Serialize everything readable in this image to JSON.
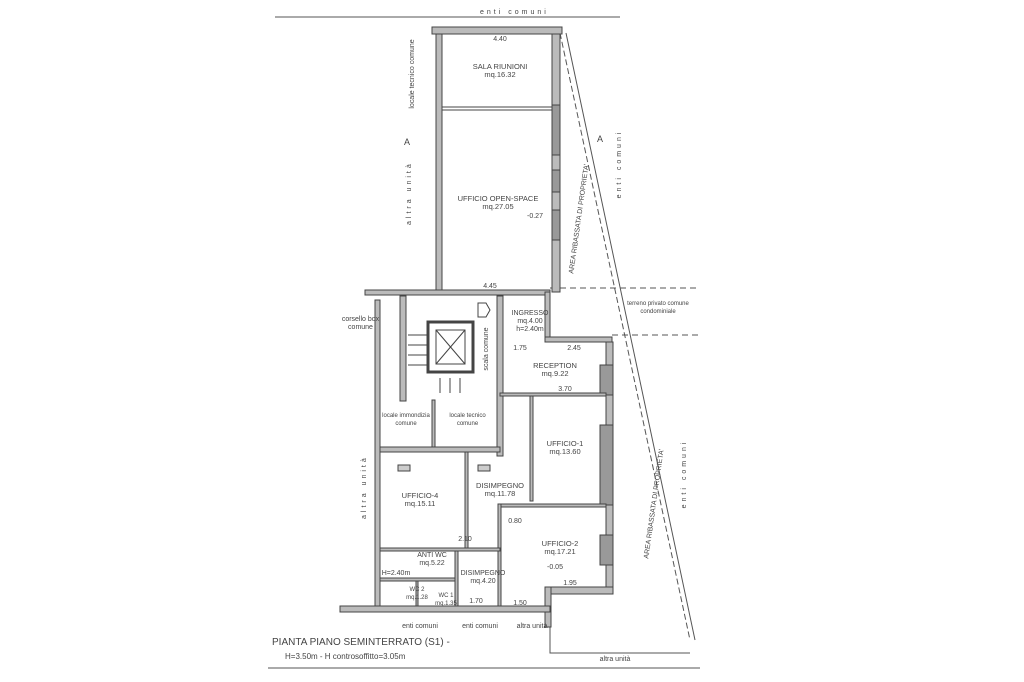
{
  "caption": {
    "title": "PIANTA PIANO SEMINTERRATO (S1) -",
    "subtitle": "H=3.50m - H controsoffitto=3.05m"
  },
  "rooms": {
    "sala_riunioni": {
      "name": "SALA RIUNIONI",
      "area": "mq.16.32"
    },
    "open_space": {
      "name": "UFFICIO OPEN-SPACE",
      "area": "mq.27.05"
    },
    "ingresso": {
      "name": "INGRESSO",
      "area": "mq.4.00",
      "height": "h=2.40m"
    },
    "reception": {
      "name": "RECEPTION",
      "area": "mq.9.22"
    },
    "ufficio1": {
      "name": "UFFICIO-1",
      "area": "mq.13.60"
    },
    "ufficio2": {
      "name": "UFFICIO-2",
      "area": "mq.17.21"
    },
    "ufficio4": {
      "name": "UFFICIO-4",
      "area": "mq.15.11"
    },
    "disimpegno": {
      "name": "DISIMPEGNO",
      "area": "mq.11.78"
    },
    "disimpegno2": {
      "name": "DISIMPEGNO",
      "area": "mq.4.20"
    },
    "anti_wc": {
      "name": "ANTI WC",
      "area": "mq.5.22"
    },
    "wc_height": "H=2.40m",
    "wc2": {
      "name": "WC 2",
      "area": "mq.1.28"
    },
    "wc1": {
      "name": "WC 1",
      "area": "mq.1.35"
    },
    "immondizia": {
      "name": "locale immondizia",
      "sub": "comune"
    },
    "tecnico": {
      "name": "locale tecnico",
      "sub": "comune"
    }
  },
  "labels": {
    "enti_comuni": "enti comuni",
    "altra_unita": "altra unità",
    "corsello": "corsello box",
    "corsello_sub": "comune",
    "scala": "scala comune",
    "area_ribassata": "AREA RIBASSATA DI PROPRIETA'",
    "terreno": "terreno privato comune",
    "terreno_sub": "condominiale",
    "locale_tecnico_top": "locale tecnico comune",
    "section_mark": "A"
  },
  "dims": {
    "d1": "4.45",
    "d2": "1.75",
    "d3": "2.45",
    "d4": "3.70",
    "d5": "2.10",
    "d6": "1.70",
    "d7": "1.50",
    "d8": "1.95",
    "d9": "-0.27",
    "d10": "-0.05",
    "d11": "4.40",
    "d12": "0.80"
  }
}
